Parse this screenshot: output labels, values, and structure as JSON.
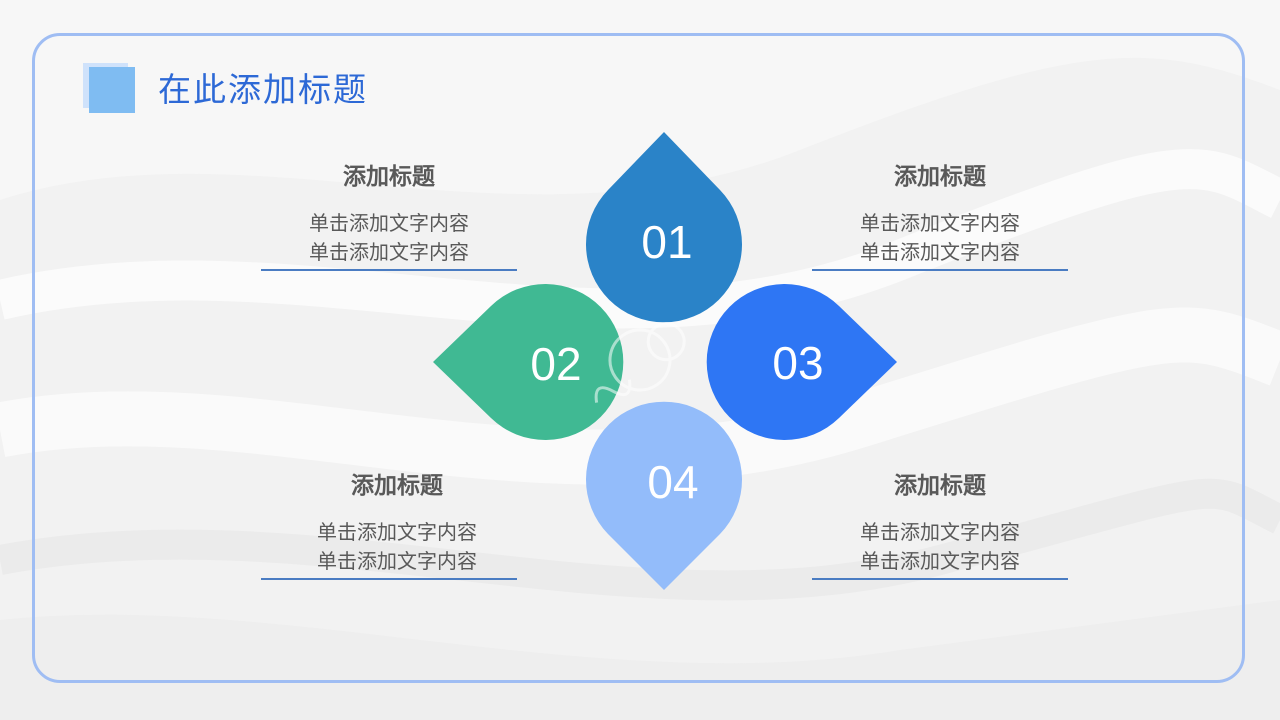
{
  "header": {
    "title": "在此添加标题"
  },
  "petals": [
    {
      "number": "01",
      "color": "#2a83c8"
    },
    {
      "number": "02",
      "color": "#40b993"
    },
    {
      "number": "03",
      "color": "#2e76f4"
    },
    {
      "number": "04",
      "color": "#93bcfa"
    }
  ],
  "blocks": [
    {
      "title": "添加标题",
      "line1": "单击添加文字内容",
      "line2": "单击添加文字内容"
    },
    {
      "title": "添加标题",
      "line1": "单击添加文字内容",
      "line2": "单击添加文字内容"
    },
    {
      "title": "添加标题",
      "line1": "单击添加文字内容",
      "line2": "单击添加文字内容"
    },
    {
      "title": "添加标题",
      "line1": "单击添加文字内容",
      "line2": "单击添加文字内容"
    }
  ],
  "colors": {
    "frame": "#9fbdf3",
    "title": "#2d69d6",
    "rule": "#4a7cc2",
    "text": "#595959"
  }
}
